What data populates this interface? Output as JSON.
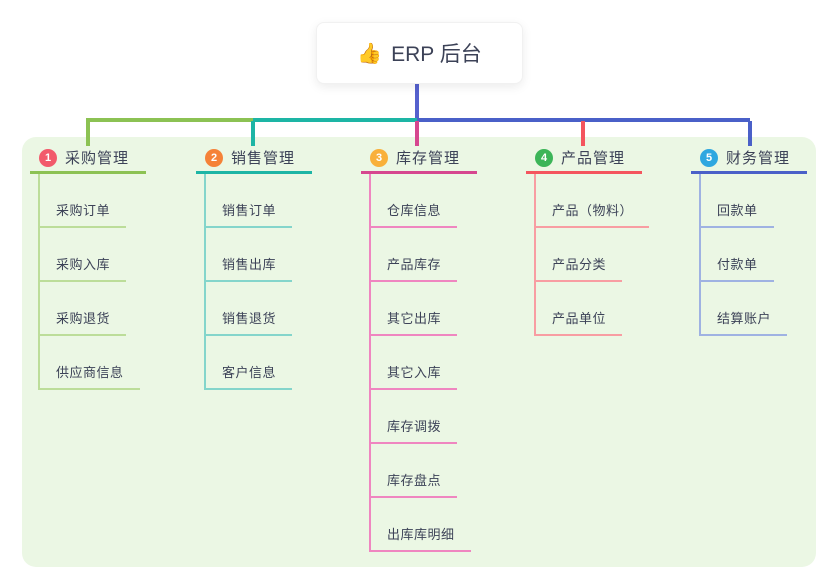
{
  "root": {
    "icon": "👍",
    "title": "ERP 后台"
  },
  "colors": {
    "canvas_bg": "#ffffff",
    "board_bg": "#ebf7e4",
    "text": "#3c4257",
    "root_line": "#5561ce"
  },
  "branches": [
    {
      "index": "1",
      "label": "采购管理",
      "badge_color": "#f25a6b",
      "line_color": "#8cc253",
      "child_line_color": "#bcdd99",
      "items": [
        "采购订单",
        "采购入库",
        "采购退货",
        "供应商信息"
      ]
    },
    {
      "index": "2",
      "label": "销售管理",
      "badge_color": "#f58238",
      "line_color": "#1db5a5",
      "child_line_color": "#84d5cb",
      "items": [
        "销售订单",
        "销售出库",
        "销售退货",
        "客户信息"
      ]
    },
    {
      "index": "3",
      "label": "库存管理",
      "badge_color": "#f9b03a",
      "line_color": "#d6478f",
      "child_line_color": "#ef86c0",
      "items": [
        "仓库信息",
        "产品库存",
        "其它出库",
        "其它入库",
        "库存调拨",
        "库存盘点",
        "出库库明细"
      ]
    },
    {
      "index": "4",
      "label": "产品管理",
      "badge_color": "#3cb558",
      "line_color": "#f4555e",
      "child_line_color": "#f89da2",
      "items": [
        "产品（物料）",
        "产品分类",
        "产品单位"
      ]
    },
    {
      "index": "5",
      "label": "财务管理",
      "badge_color": "#2fa7e0",
      "line_color": "#4a60c8",
      "child_line_color": "#9fb2e2",
      "items": [
        "回款单",
        "付款单",
        "结算账户"
      ]
    }
  ]
}
